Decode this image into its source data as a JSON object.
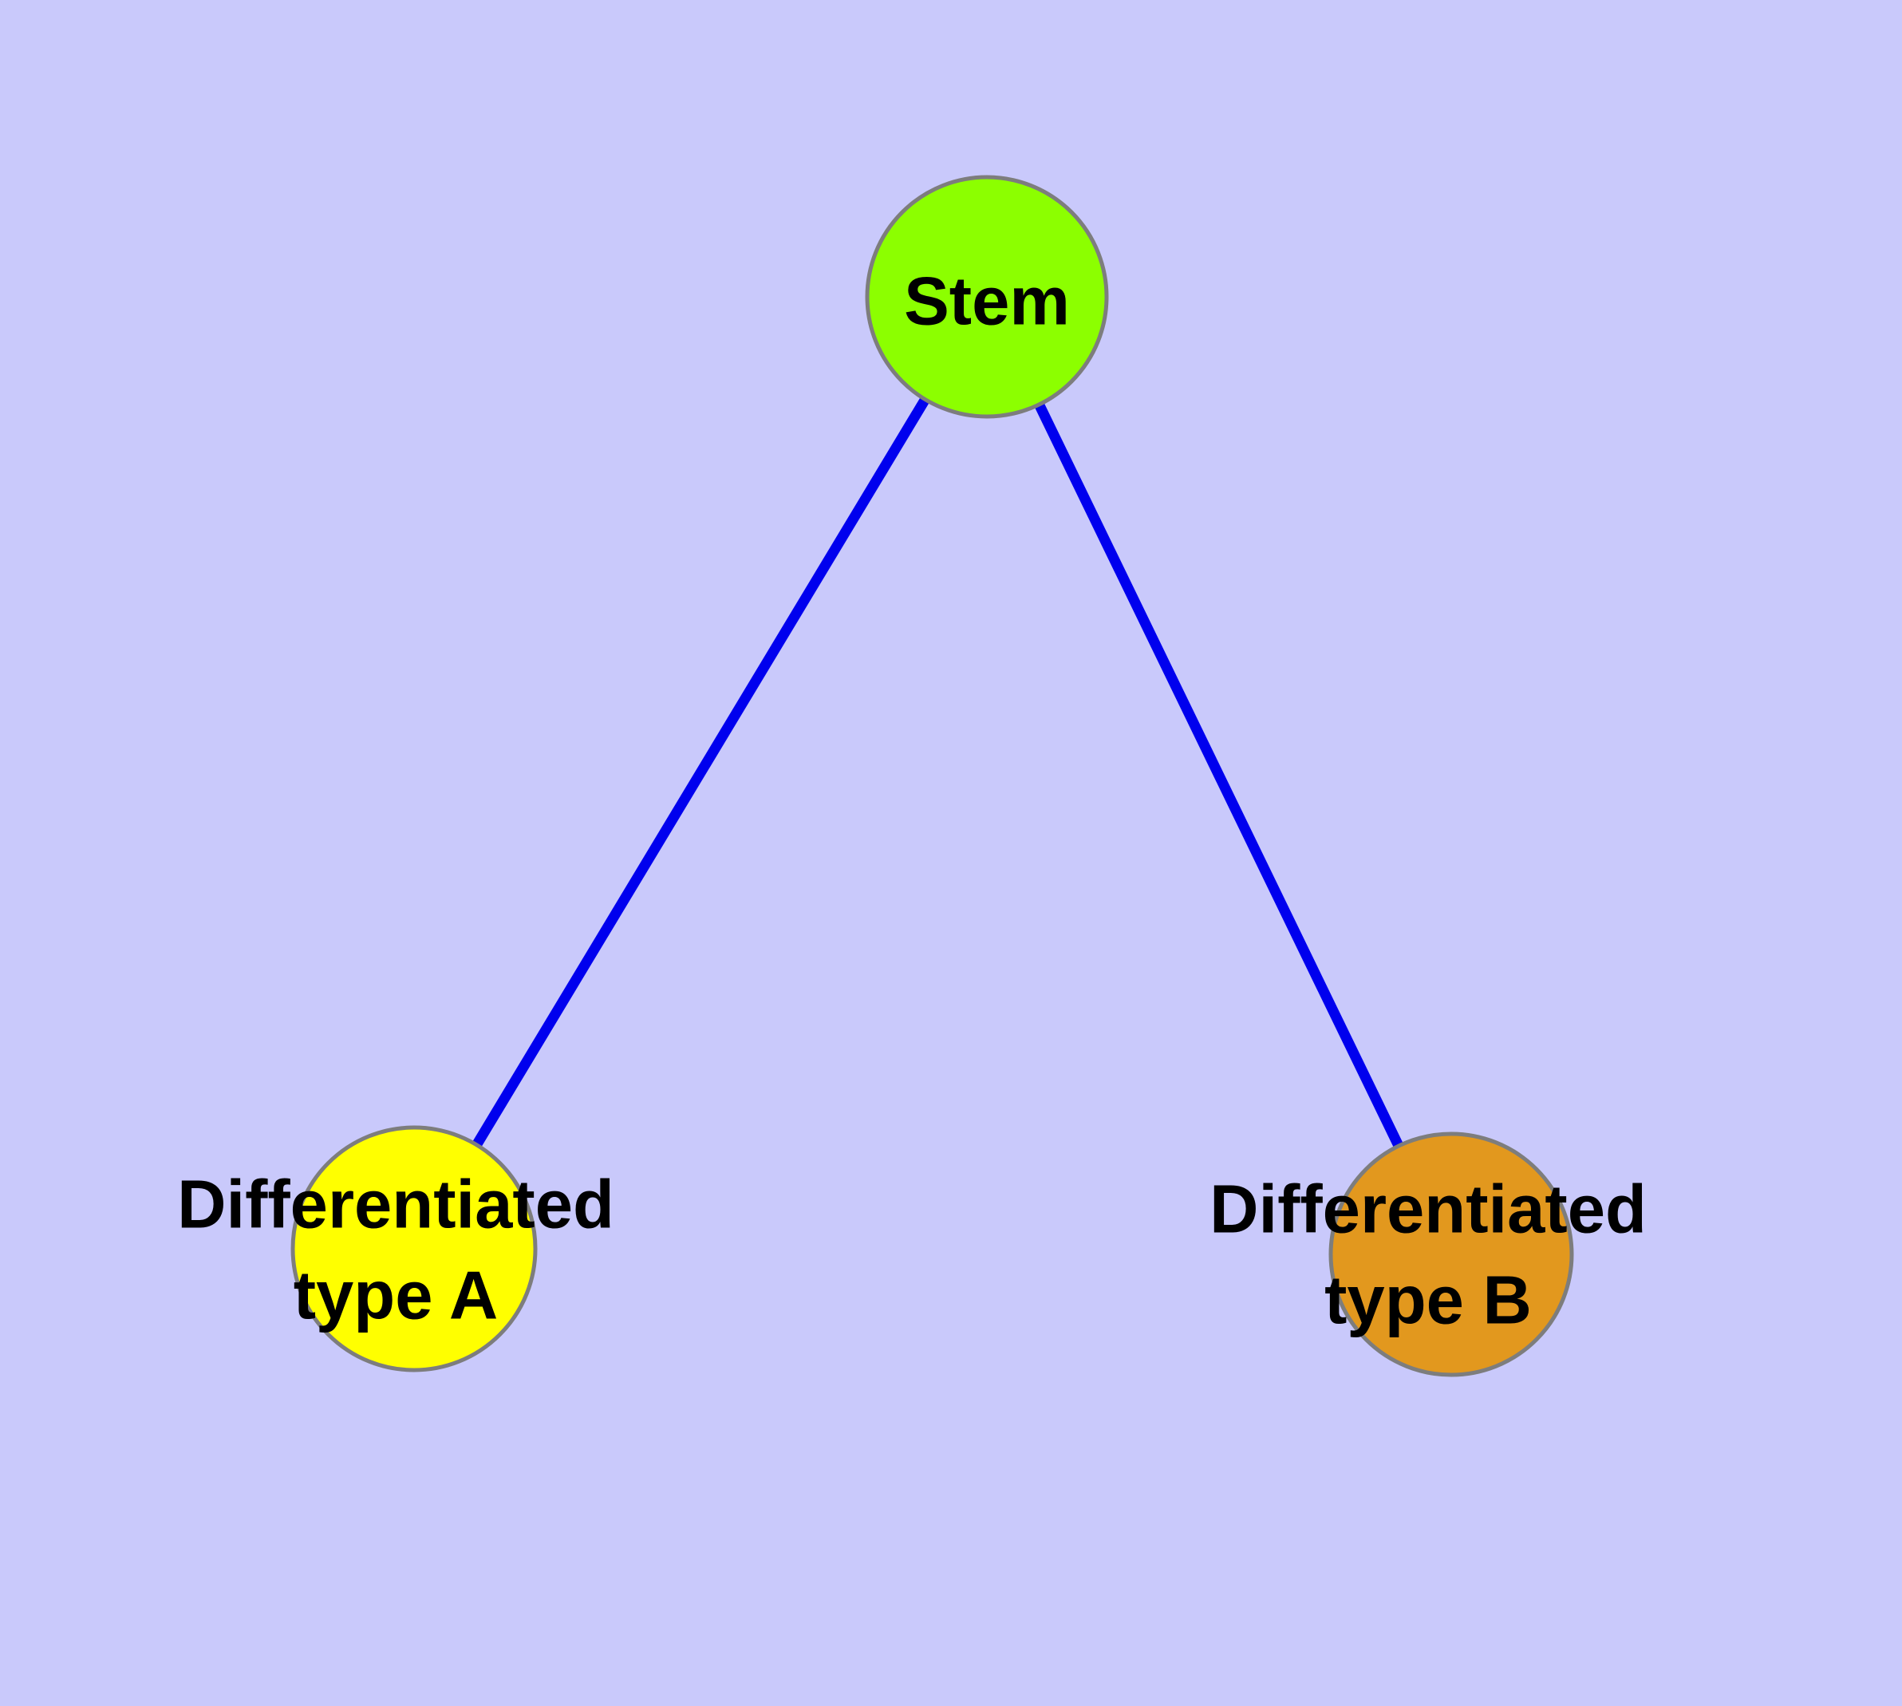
{
  "canvas": {
    "background_color": "#C9C9FB"
  },
  "graph": {
    "edge_color": "#0000EE",
    "node_border_color": "#7D7D7D",
    "nodes": [
      {
        "id": "stem",
        "label": "Stem",
        "fill": "#8CFF00"
      },
      {
        "id": "differentiated-type-a",
        "label": "Differentiated type A",
        "label_lines": [
          "Differentiated",
          "type A"
        ],
        "fill": "#FFFF00"
      },
      {
        "id": "differentiated-type-b",
        "label": "Differentiated type B",
        "label_lines": [
          "Differentiated",
          "type B"
        ],
        "fill": "#E2981E"
      }
    ],
    "edges": [
      {
        "from": "stem",
        "to": "differentiated-type-a"
      },
      {
        "from": "stem",
        "to": "differentiated-type-b"
      }
    ]
  }
}
